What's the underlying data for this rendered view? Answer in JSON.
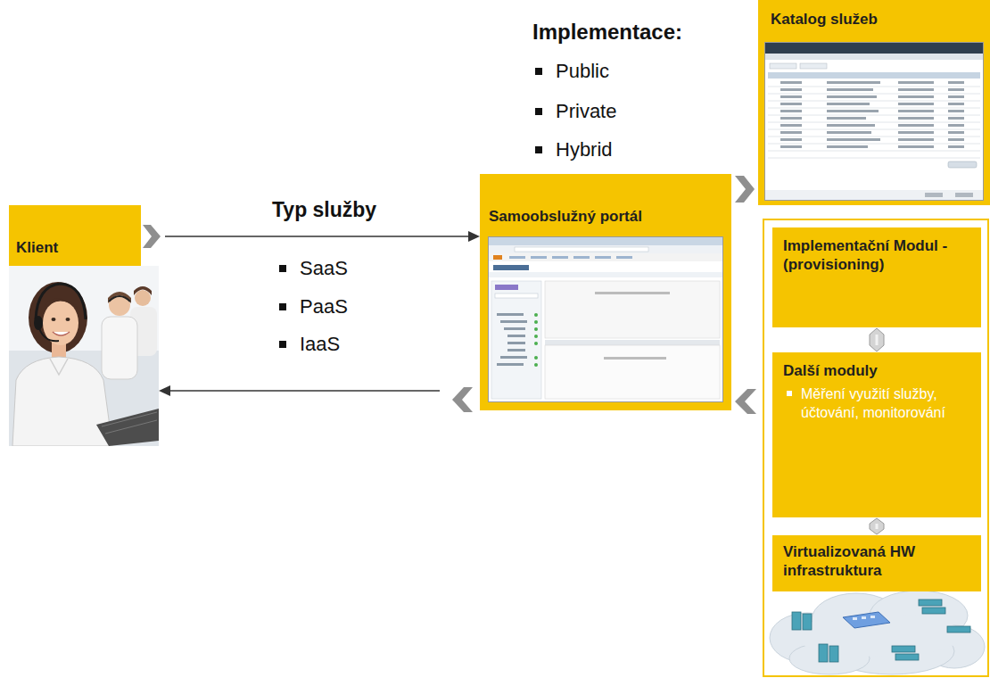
{
  "diagram": {
    "nodes": [
      {
        "text": [
          "Klient"
        ]
      },
      {
        "text": [
          "Samoobslužný portál"
        ]
      },
      {
        "text": [
          "Katalog služeb"
        ]
      },
      {
        "text": [
          "Implementační Modul - (provisioning)"
        ]
      },
      {
        "text": [
          "Další moduly",
          "Měření využití služby, účtování, monitorování"
        ]
      },
      {
        "text": [
          "Virtualizovaná HW infrastruktura"
        ]
      }
    ],
    "edges": [
      {
        "from": 0,
        "to": 1,
        "arrow": "to"
      },
      {
        "from": 1,
        "to": 0,
        "arrow": "to"
      },
      {
        "from": 1,
        "to": 2,
        "arrow": "to"
      },
      {
        "from": 3,
        "to": 4,
        "arrow": "both"
      },
      {
        "from": 4,
        "to": 5,
        "arrow": "both"
      }
    ],
    "labels": [
      "Implementace:",
      "Public",
      "Private",
      "Hybrid",
      "Typ služby",
      "SaaS",
      "PaaS",
      "IaaS"
    ]
  }
}
